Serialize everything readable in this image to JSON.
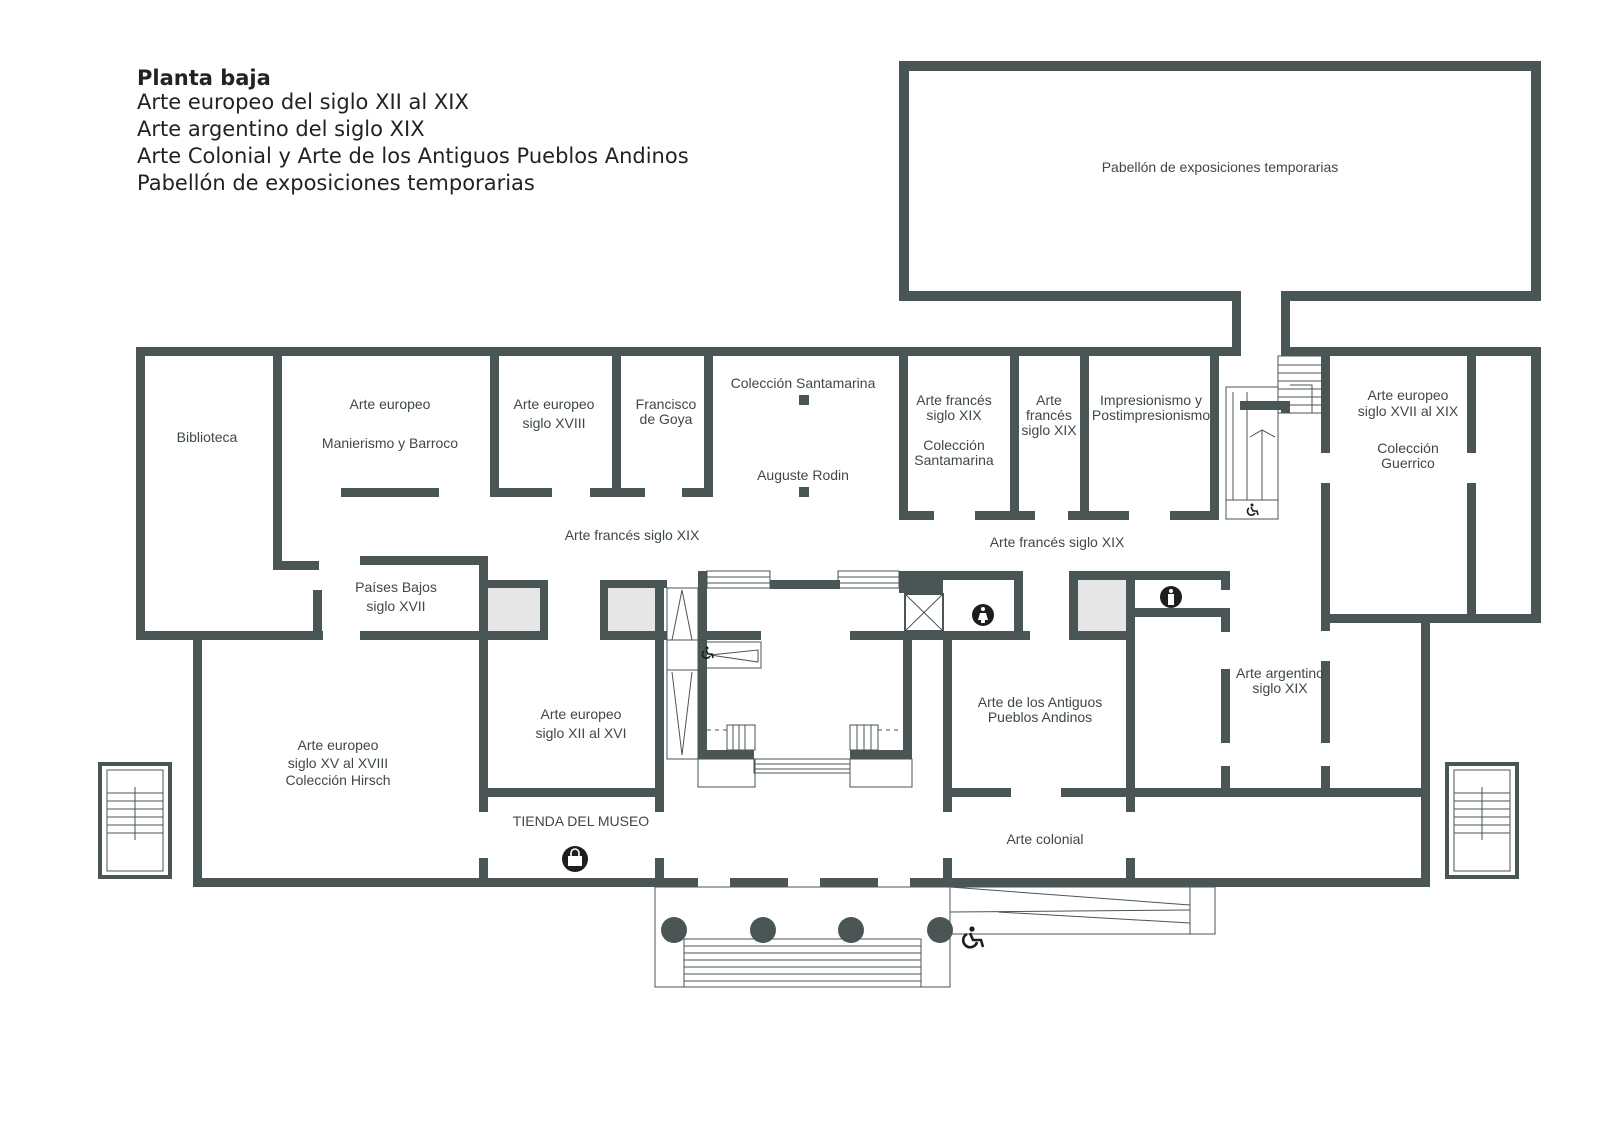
{
  "header": {
    "title": "Planta baja",
    "lines": [
      "Arte europeo del siglo XII al XIX",
      "Arte argentino del siglo XIX",
      "Arte Colonial y Arte de los Antiguos Pueblos Andinos",
      "Pabellón de exposiciones temporarias"
    ]
  },
  "rooms": {
    "pabellon": "Pabellón de exposiciones temporarias",
    "biblioteca": "Biblioteca",
    "arte_europeo_manierismo_1": "Arte europeo",
    "arte_europeo_manierismo_2": "Manierismo y Barroco",
    "arte_europeo_xviii_1": "Arte europeo",
    "arte_europeo_xviii_2": "siglo XVIII",
    "goya_1": "Francisco",
    "goya_2": "de Goya",
    "santamarina_center": "Colección Santamarina",
    "rodin": "Auguste Rodin",
    "frances_xix_a_1": "Arte francés",
    "frances_xix_a_2": "siglo XIX",
    "frances_xix_a_3": "Colección",
    "frances_xix_a_4": "Santamarina",
    "frances_xix_b_1": "Arte",
    "frances_xix_b_2": "francés",
    "frances_xix_b_3": "siglo XIX",
    "impresionismo_1": "Impresionismo y",
    "impresionismo_2": "Postimpresionismo",
    "europeo_xvii_xix_1": "Arte europeo",
    "europeo_xvii_xix_2": "siglo XVII al XIX",
    "europeo_xvii_xix_3": "Colección",
    "europeo_xvii_xix_4": "Guerrico",
    "corridor_left": "Arte francés siglo XIX",
    "corridor_right": "Arte francés siglo XIX",
    "paises_bajos_1": "Países Bajos",
    "paises_bajos_2": "siglo XVII",
    "hirsch_1": "Arte europeo",
    "hirsch_2": "siglo XV al XVIII",
    "hirsch_3": "Colección Hirsch",
    "xii_xvi_1": "Arte europeo",
    "xii_xvi_2": "siglo XII al XVI",
    "tienda": "TIENDA DEL MUSEO",
    "andinos_1": "Arte de los Antiguos",
    "andinos_2": "Pueblos Andinos",
    "argentino_1": "Arte argentino",
    "argentino_2": "siglo XIX",
    "colonial": "Arte colonial"
  },
  "icons": [
    "accessibility-icon",
    "restroom-women-icon",
    "restroom-men-icon",
    "shopping-bag-icon",
    "elevator-icon",
    "stairs-icon"
  ],
  "colors": {
    "wall": "#4a5555",
    "text": "#3f4848",
    "fill_grey": "#e6e6e6"
  }
}
